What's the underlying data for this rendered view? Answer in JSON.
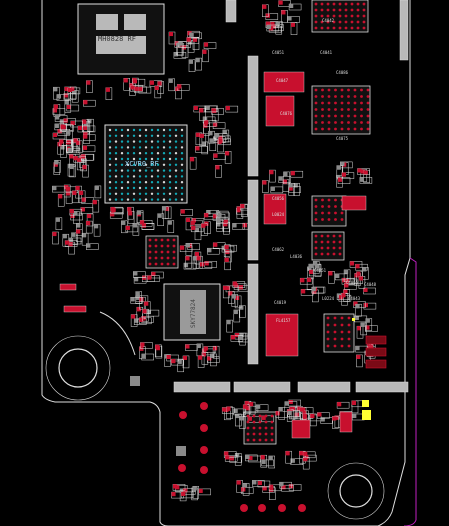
{
  "colors": {
    "background": "#000000",
    "outline_white": "#dedede",
    "outline_magenta": "#c01fc0",
    "pad_red": "#c8102e",
    "pad_dark_red": "#7a0a16",
    "pad_gray": "#8a8a8a",
    "pad_silver": "#b9b9b9",
    "pad_yellow": "#ffff33",
    "via_cyan": "#12a8b5",
    "via_white": "#d8d8d8",
    "chip_fill": "#1a1a1a"
  },
  "labels": {
    "u1": "MH0828 RF",
    "u2": "XCVR0_RF",
    "u3": "SKY77824",
    "c1": "C4051",
    "c2": "C4047",
    "c3": "C4076",
    "c4": "C4056",
    "c5": "L0024",
    "c6": "C4062",
    "c7": "L4036",
    "c8": "C4051",
    "c9": "FL4157",
    "c10": "C4019",
    "c11": "L0224",
    "c12": "C4065",
    "c13": "C4048",
    "c14": "C4043",
    "c15": "C4042",
    "c16": "C4041",
    "c17": "C4086",
    "c18": "C4075"
  }
}
